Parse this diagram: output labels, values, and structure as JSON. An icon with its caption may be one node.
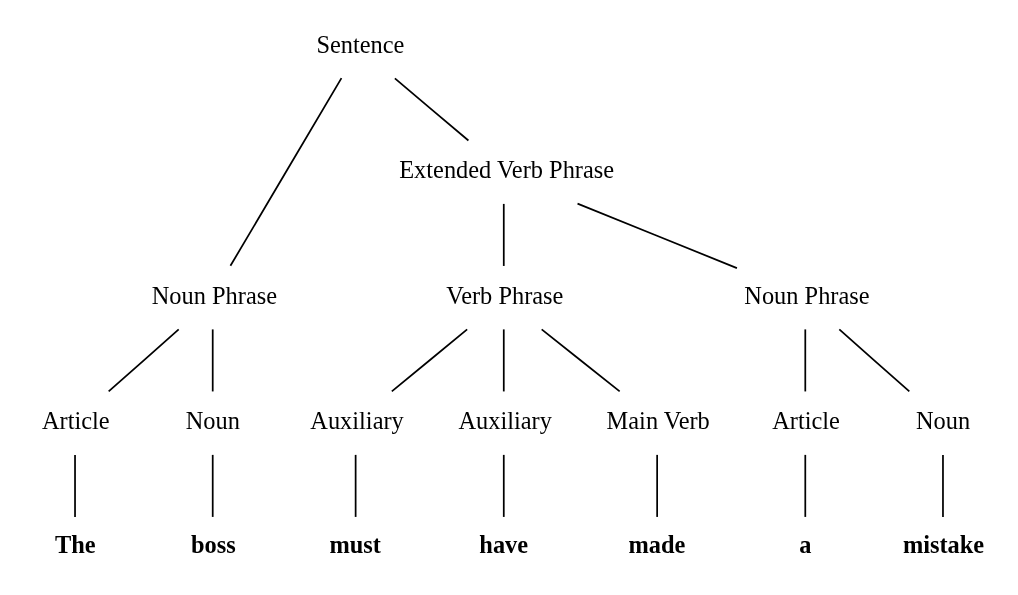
{
  "diagram": {
    "nodes": [
      {
        "text": [
          "Sentence"
        ]
      },
      {
        "text": [
          "Noun Phrase"
        ]
      },
      {
        "text": [
          "Extended Verb Phrase"
        ]
      },
      {
        "text": [
          "Article"
        ]
      },
      {
        "text": [
          "Noun"
        ]
      },
      {
        "text": [
          "Verb Phrase"
        ]
      },
      {
        "text": [
          "Noun Phrase"
        ]
      },
      {
        "text": [
          "Auxiliary"
        ]
      },
      {
        "text": [
          "Auxiliary"
        ]
      },
      {
        "text": [
          "Main Verb"
        ]
      },
      {
        "text": [
          "Article"
        ]
      },
      {
        "text": [
          "Noun"
        ]
      },
      {
        "text": [
          "The"
        ]
      },
      {
        "text": [
          "boss"
        ]
      },
      {
        "text": [
          "must"
        ]
      },
      {
        "text": [
          "have"
        ]
      },
      {
        "text": [
          "made"
        ]
      },
      {
        "text": [
          "a"
        ]
      },
      {
        "text": [
          "mistake"
        ]
      }
    ],
    "edges": [
      {
        "from": 0,
        "to": 1,
        "arrow": "none"
      },
      {
        "from": 0,
        "to": 2,
        "arrow": "none"
      },
      {
        "from": 1,
        "to": 3,
        "arrow": "none"
      },
      {
        "from": 1,
        "to": 4,
        "arrow": "none"
      },
      {
        "from": 2,
        "to": 5,
        "arrow": "none"
      },
      {
        "from": 2,
        "to": 6,
        "arrow": "none"
      },
      {
        "from": 5,
        "to": 7,
        "arrow": "none"
      },
      {
        "from": 5,
        "to": 8,
        "arrow": "none"
      },
      {
        "from": 5,
        "to": 9,
        "arrow": "none"
      },
      {
        "from": 6,
        "to": 10,
        "arrow": "none"
      },
      {
        "from": 6,
        "to": 11,
        "arrow": "none"
      },
      {
        "from": 3,
        "to": 12,
        "arrow": "none"
      },
      {
        "from": 4,
        "to": 13,
        "arrow": "none"
      },
      {
        "from": 7,
        "to": 14,
        "arrow": "none"
      },
      {
        "from": 8,
        "to": 15,
        "arrow": "none"
      },
      {
        "from": 9,
        "to": 16,
        "arrow": "none"
      },
      {
        "from": 10,
        "to": 17,
        "arrow": "none"
      },
      {
        "from": 11,
        "to": 18,
        "arrow": "none"
      }
    ]
  }
}
